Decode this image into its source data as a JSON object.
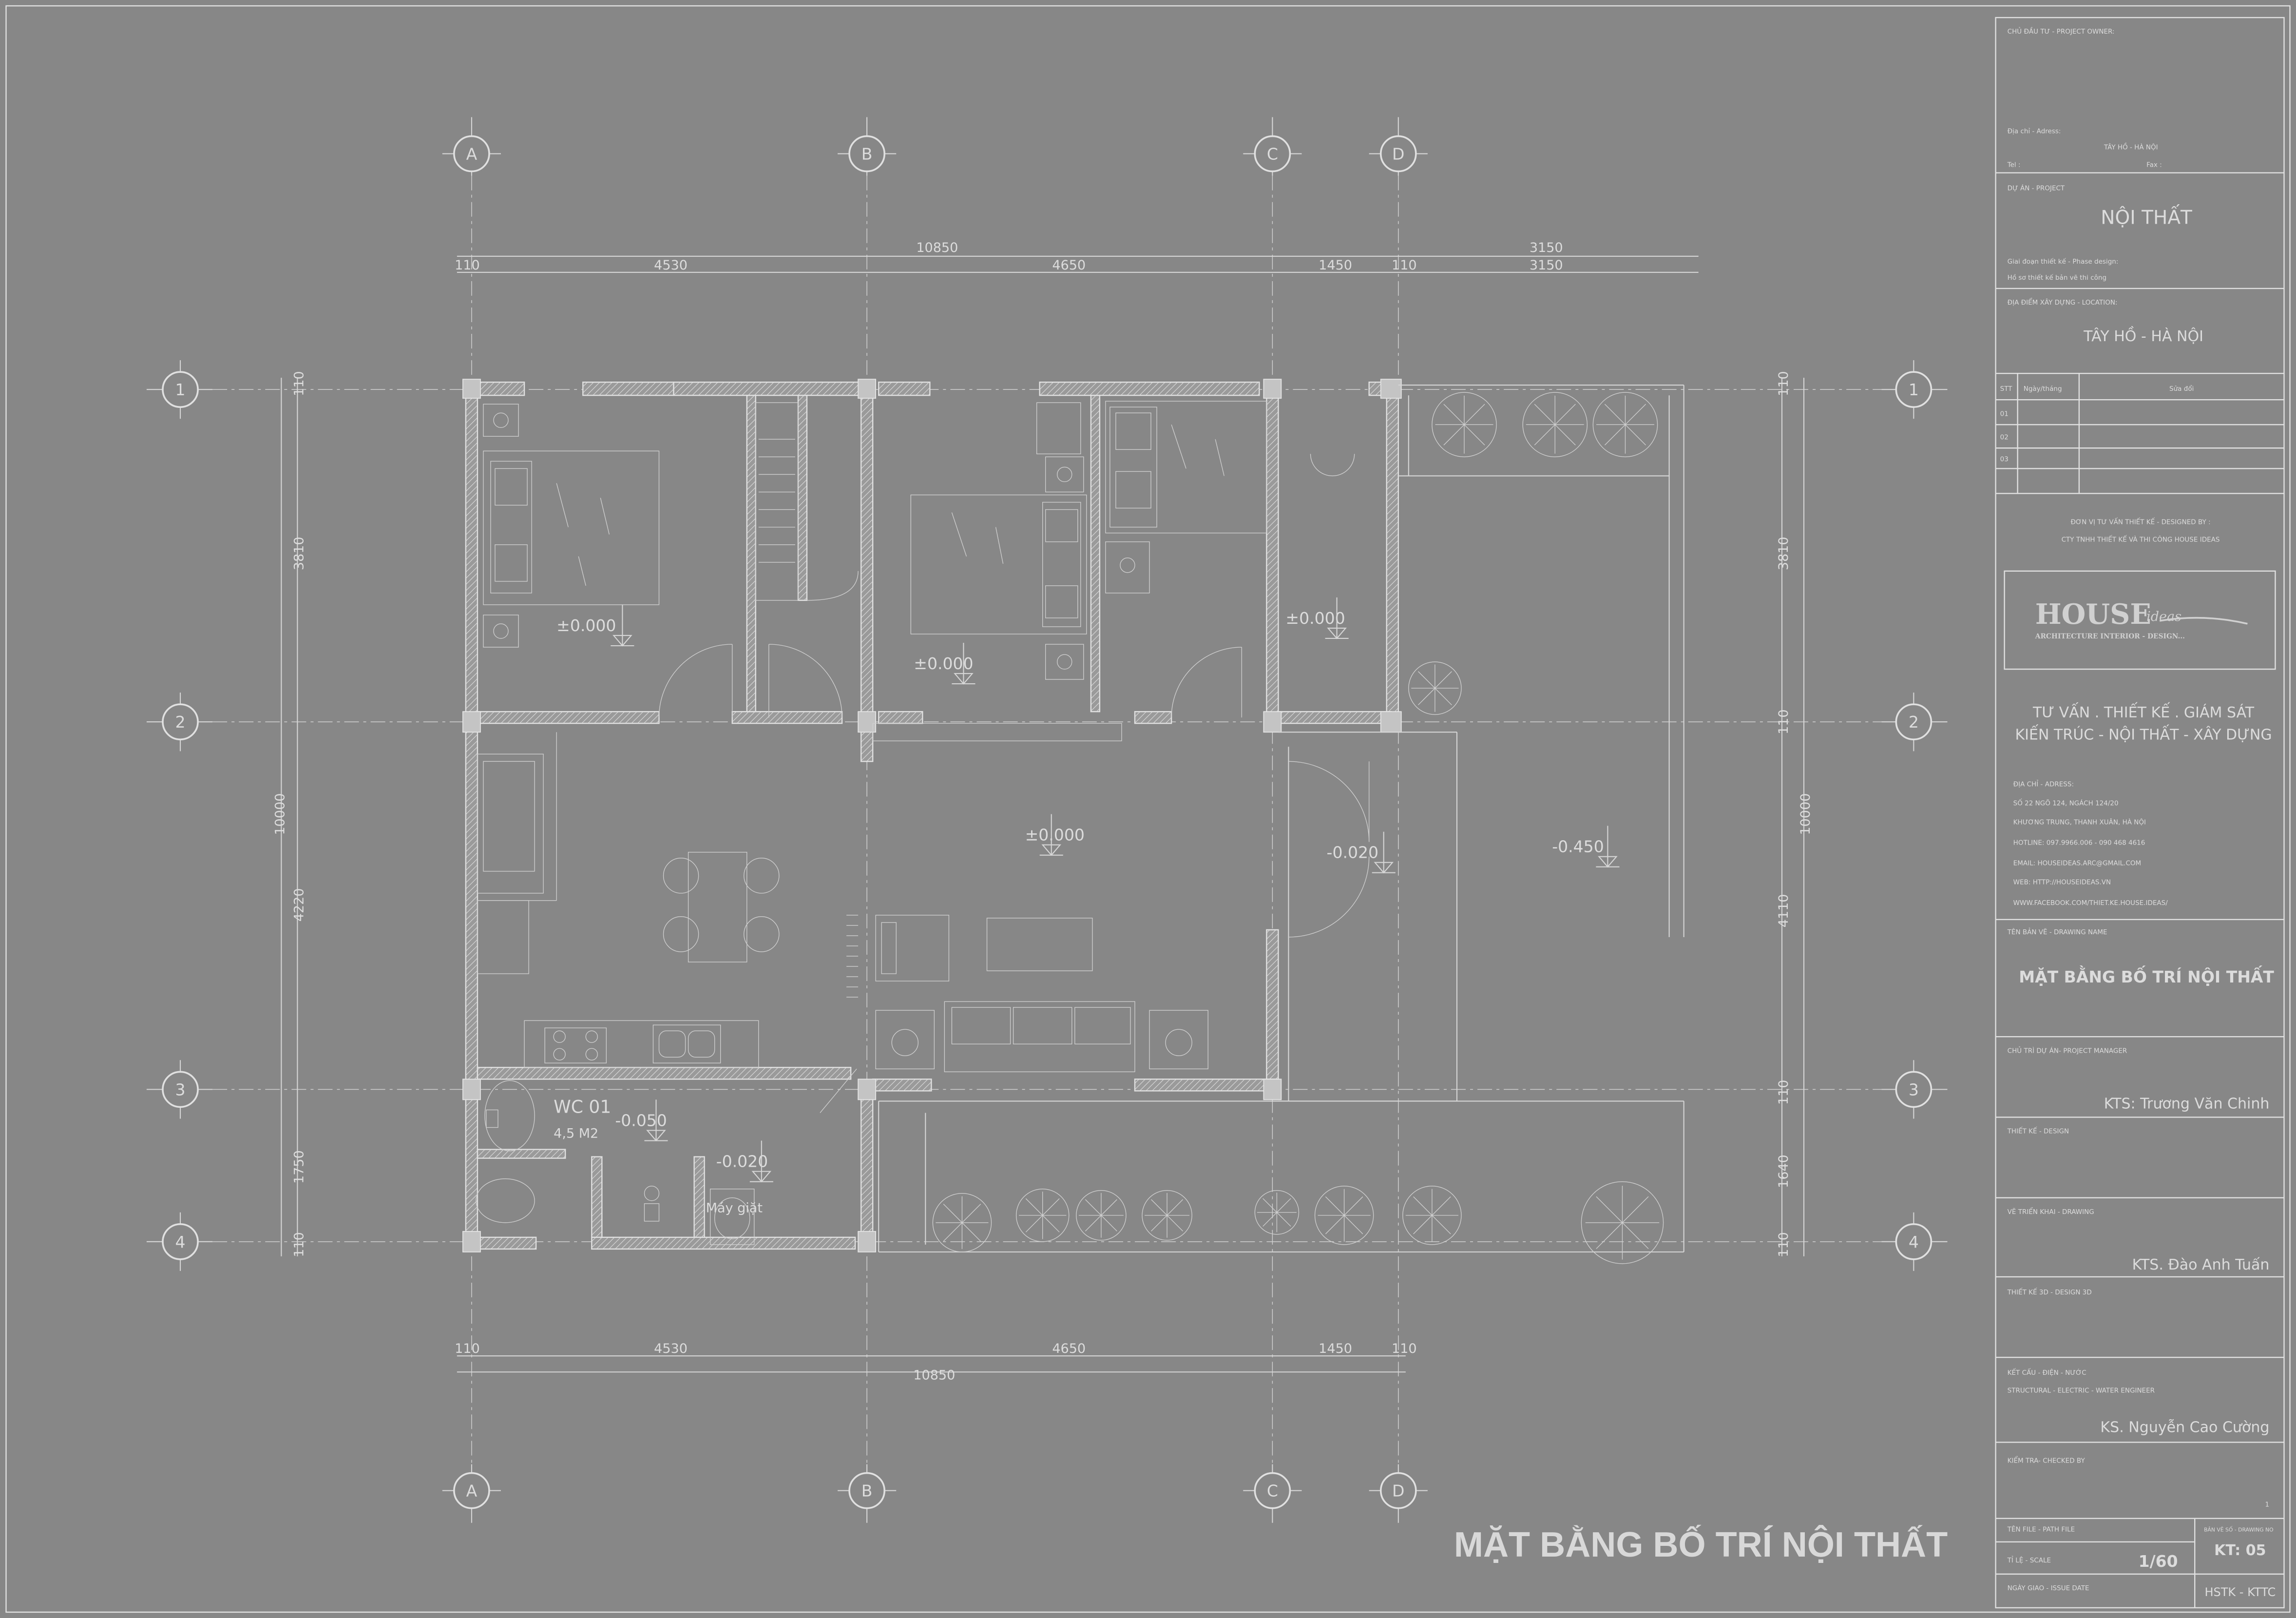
{
  "colors": {
    "background": "#878787",
    "lines": "#d6d6d6",
    "text": "#dcdcdc"
  },
  "grid": {
    "columns": [
      "A",
      "B",
      "C",
      "D"
    ],
    "rows": [
      "1",
      "2",
      "3",
      "4"
    ]
  },
  "dimensions": {
    "top_overall": [
      "10850",
      "3150"
    ],
    "top_segments": [
      "110",
      "4530",
      "4650",
      "1450",
      "110",
      "3150"
    ],
    "bottom_segments": [
      "110",
      "4530",
      "4650",
      "1450",
      "110"
    ],
    "bottom_overall": [
      "10850"
    ],
    "left_segments": [
      "110",
      "3810",
      "4220",
      "1750",
      "110"
    ],
    "left_overall": "10000",
    "right_segments": [
      "110",
      "3810",
      "110",
      "4110",
      "110",
      "1640",
      "110"
    ],
    "right_overall": "10000"
  },
  "levels": {
    "bedroom1": "±0.000",
    "bedroom2": "±0.000",
    "bedroom3": "±0.000",
    "living": "±0.000",
    "entry": "-0.020",
    "garden": "-0.450",
    "wc": "-0.050",
    "laundry": "-0.020"
  },
  "rooms": {
    "wc_name": "WC 01",
    "wc_area": "4,5 M2",
    "washer": "Máy giặt"
  },
  "drawing_title": "MẶT BẰNG BỐ TRÍ NỘI THẤT",
  "title_block": {
    "owner_label": "CHỦ ĐẦU TƯ - PROJECT OWNER:",
    "address_label": "Địa chỉ - Adress:",
    "address_value": "TÂY HỒ - HÀ NỘI",
    "tel_label": "Tel :",
    "fax_label": "Fax :",
    "project_label": "DỰ ÁN - PROJECT",
    "project_value": "NỘI THẤT",
    "phase_label": "Giai đoạn thiết kế - Phase design:",
    "phase_value": "Hồ sơ thiết kế bản vẽ thi công",
    "location_label": "ĐỊA ĐIỂM XÂY DỰNG - LOCATION:",
    "location_value": "TÂY HỒ - HÀ NỘI",
    "revisions": {
      "headers": [
        "STT",
        "Ngày/tháng",
        "Sửa đổi"
      ],
      "rows": [
        "01",
        "02",
        "03"
      ]
    },
    "designed_by_label": "ĐƠN VỊ TƯ VẤN THIẾT KẾ - DESIGNED BY :",
    "designed_by_value": "CTY TNHH THIẾT KẾ VÀ THI CÔNG HOUSE IDEAS",
    "logo": {
      "main": "HOUSE",
      "script": "ideas",
      "tagline": "ARCHITECTURE INTERIOR - DESIGN..."
    },
    "services_1": "TƯ VẤN . THIẾT KẾ . GIÁM SÁT",
    "services_2": "KIẾN TRÚC - NỘI THẤT - XÂY DỰNG",
    "company_address": [
      "ĐỊA CHỈ - ADRESS:",
      "SỐ 22 NGÕ 124, NGÁCH 124/20",
      "KHƯƠNG TRUNG, THANH XUÂN, HÀ NỘI",
      "HOTLINE: 097.9966.006 - 090 468 4616",
      "EMAIL: HOUSEIDEAS.ARC@GMAIL.COM",
      "WEB: HTTP://HOUSEIDEAS.VN",
      "WWW.FACEBOOK.COM/THIET.KE.HOUSE.IDEAS/"
    ],
    "drawing_name_label": "TÊN BẢN VẼ - DRAWING NAME",
    "drawing_name_value": "MẶT BẰNG BỐ TRÍ NỘI THẤT",
    "manager_label": "CHỦ TRÌ DỰ ÁN- PROJECT MANAGER",
    "manager_value": "KTS: Trương Văn Chinh",
    "design_label": "THIẾT KẾ - DESIGN",
    "drawing_label": "VẼ TRIỂN KHAI - DRAWING",
    "drawing_value": "KTS. Đào Anh Tuấn",
    "design3d_label": "THIẾT KẾ 3D - DESIGN 3D",
    "structural_label_1": "KẾT CẤU - ĐIỆN - NƯỚC",
    "structural_label_2": "STRUCTURAL - ELECTRIC - WATER  ENGINEER",
    "structural_value": "KS. Nguyễn Cao Cường",
    "checked_label": "KIỂM TRA- CHECKED BY",
    "checked_value": "1",
    "path_file_label": "TÊN FILE - PATH FILE",
    "scale_label": "TỈ LỆ - SCALE",
    "scale_value": "1/60",
    "issue_date_label": "NGÀY GIAO - ISSUE DATE",
    "drawing_no_label": "BẢN VẼ SỐ - DRAWING NO",
    "drawing_no_value": "KT: 05",
    "set_code": "HSTK - KTTC"
  }
}
